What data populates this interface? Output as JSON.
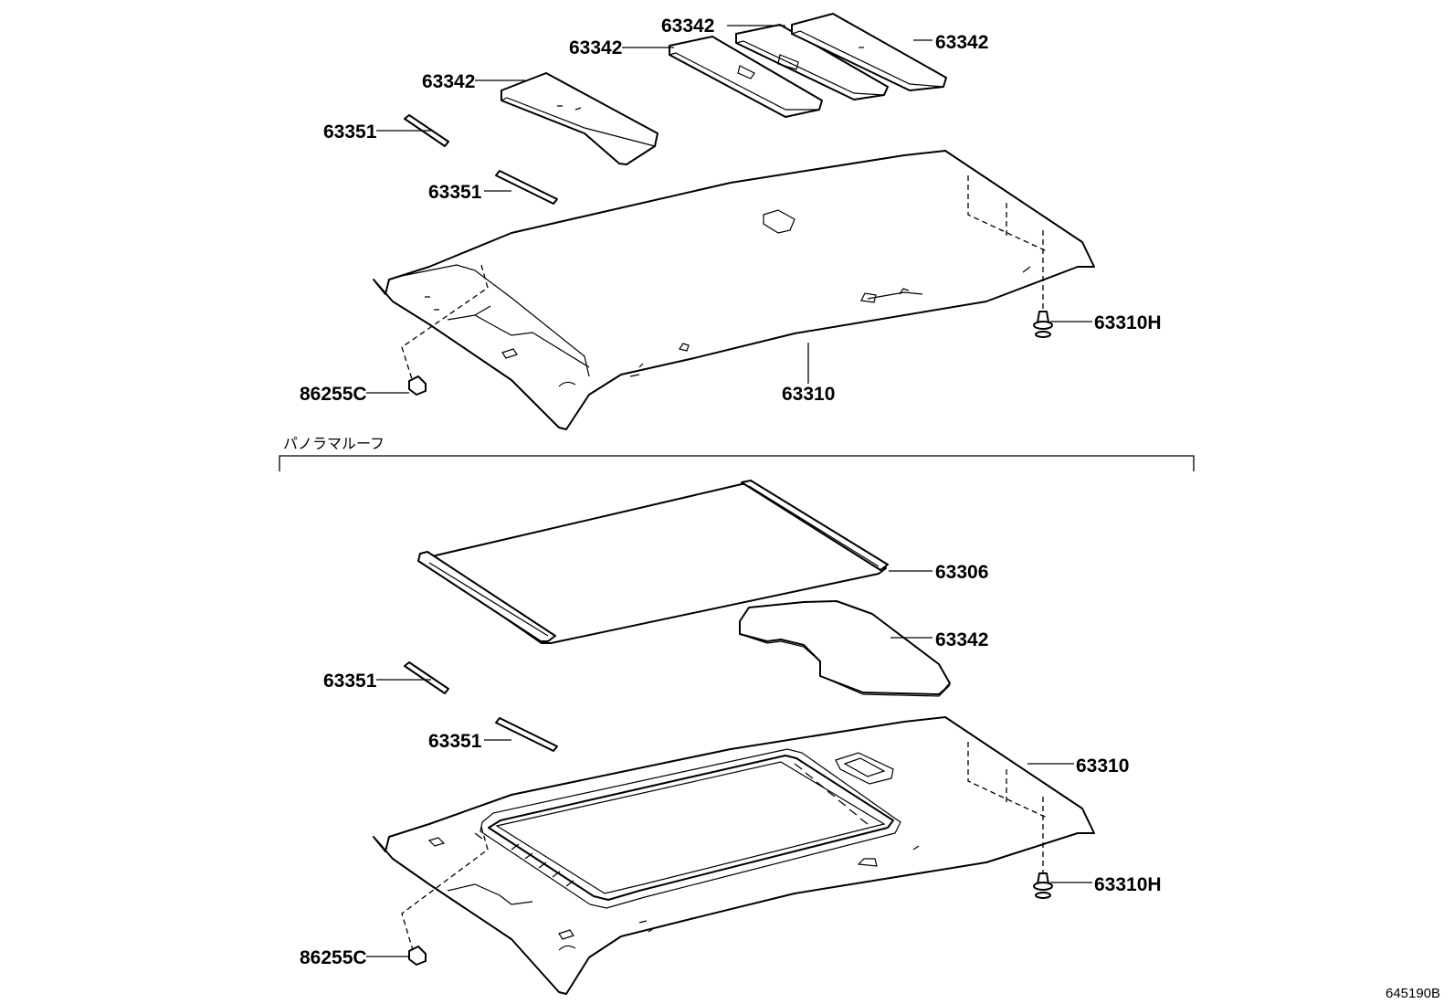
{
  "sections": {
    "panorama_roof_label": "パノラマルーフ"
  },
  "callouts": {
    "top": {
      "insulator_a": "63342",
      "insulator_b": "63342",
      "insulator_c": "63342",
      "insulator_d": "63342",
      "strip_a": "63351",
      "strip_b": "63351",
      "clip_front": "86255C",
      "headliner": "63310",
      "clip_rear": "63310H"
    },
    "bottom": {
      "sunshade": "63306",
      "insulator": "63342",
      "strip_a": "63351",
      "strip_b": "63351",
      "headliner": "63310",
      "clip_rear": "63310H",
      "clip_front": "86255C"
    }
  },
  "reference_code": "645190B"
}
